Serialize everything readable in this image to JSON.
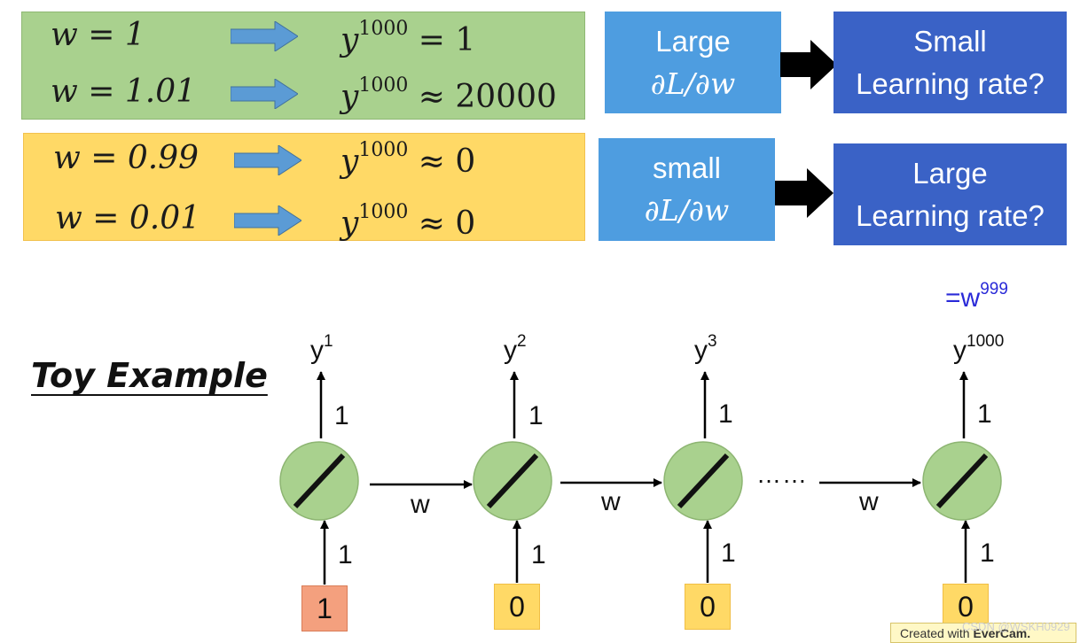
{
  "top_left": {
    "green_rows": [
      {
        "lhs": "w = 1",
        "rhs_base": "y",
        "rhs_exp": "1000",
        "rhs_rest": " = 1"
      },
      {
        "lhs": "w = 1.01",
        "rhs_base": "y",
        "rhs_exp": "1000",
        "rhs_rest": " ≈ 20000"
      }
    ],
    "orange_rows": [
      {
        "lhs": "w = 0.99",
        "rhs_base": "y",
        "rhs_exp": "1000",
        "rhs_rest": " ≈ 0"
      },
      {
        "lhs": "w = 0.01",
        "rhs_base": "y",
        "rhs_exp": "1000",
        "rhs_rest": " ≈ 0"
      }
    ]
  },
  "top_right": {
    "row1": {
      "grad_line1": "Large",
      "grad_line2": "∂L/∂w",
      "lr_line1": "Small",
      "lr_line2": "Learning rate?"
    },
    "row2": {
      "grad_line1": "small",
      "grad_line2": "∂L/∂w",
      "lr_line1": "Large",
      "lr_line2": "Learning rate?"
    }
  },
  "colors": {
    "green": "#a9d18e",
    "orange": "#ffd966",
    "light_blue": "#4e9de0",
    "dark_blue": "#3a62c6",
    "node": "#a9d18e"
  },
  "toy_example_title": "Toy Example",
  "w999": {
    "base": "=w",
    "exp": "999"
  },
  "network": {
    "outputs": [
      {
        "base": "y",
        "exp": "1"
      },
      {
        "base": "y",
        "exp": "2"
      },
      {
        "base": "y",
        "exp": "3"
      },
      {
        "base": "y",
        "exp": "1000"
      }
    ],
    "output_weight": "1",
    "input_weight": "1",
    "recurrent_weight": "w",
    "ellipsis": "……",
    "inputs": [
      "1",
      "0",
      "0",
      "0"
    ]
  },
  "watermark": {
    "text_plain": "Created with ",
    "text_bold": "EverCam.",
    "csdn": "CSDN @WSKH0929"
  }
}
